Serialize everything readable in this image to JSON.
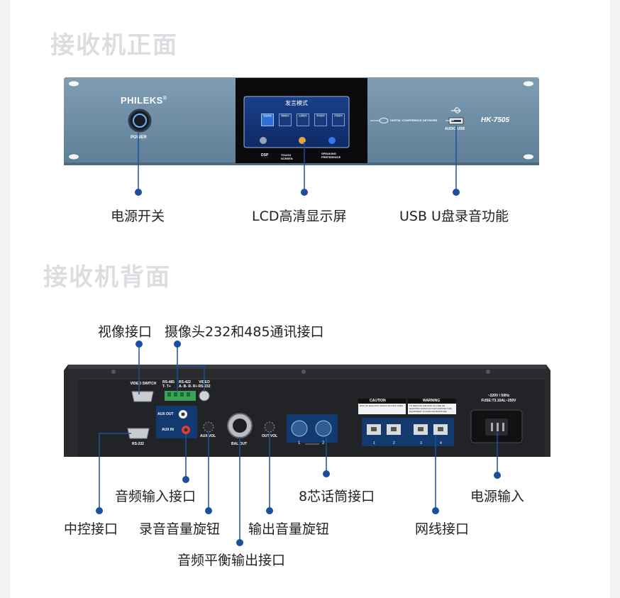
{
  "front": {
    "title": "接收机正面",
    "brand": "PHILEKS",
    "brand_mark": "®",
    "power_caption": "POWER",
    "screen_title": "发言模式",
    "screen_tiles": [
      "自由发言",
      "限制模式",
      "主席模式",
      "申请模式",
      "声控模式"
    ],
    "screen_bottom": [
      "DSP",
      "TOUCH SCREEN",
      "SPEAKING PREFERENCE"
    ],
    "network_label": "DIGITAL CONFERENCE NETWORK",
    "audio_usb": "AUDIO USB",
    "model": "HK-7505",
    "callouts": {
      "power": "电源开关",
      "lcd": "LCD高清显示屏",
      "usb": "USB U盘录音功能"
    }
  },
  "back": {
    "title": "接收机背面",
    "panel": {
      "video_switch": "VIDEO SWITCH",
      "rs485": "RS-485",
      "rs485_pins": "T- T+",
      "rs422": "RS-422",
      "rs422_pins": "A- B- R- R+",
      "video_rs232": "VIDEO RS-232",
      "aux_out": "AUX OUT",
      "aux_in": "AUX IN",
      "aux_vol": "AUX VOL",
      "bal_out": "BAL OUT",
      "out_vol": "OUT VOL",
      "rs232": "RS-232",
      "mic_port_1": "1",
      "mic_port_2": "2",
      "net_ports": [
        "1",
        "2",
        "3",
        "4"
      ],
      "caution_title": "CAUTION",
      "caution_text": "RISK OF ELECTRIC SHOCK DO NOT OPEN",
      "warning_title": "WARNING",
      "warning_text": "TO REDUCE THE RISK OF FIRE OR ELECTRIC SHOCK DO NOT EXPOSE THIS EQUIPMENT TO RAIN OR MOISTURE",
      "power_rating": "~220V / 50Hz",
      "fuse": "FUSE:T3.15AL~250V"
    },
    "callouts": {
      "video": "视像接口",
      "camera": "摄像头232和485通讯接口",
      "audio_in": "音频输入接口",
      "mic8": "8芯话筒接口",
      "power_in": "电源输入",
      "central": "中控接口",
      "rec_vol": "录音音量旋钮",
      "out_vol": "输出音量旋钮",
      "network": "网线接口",
      "bal_out": "音频平衡输出接口"
    }
  },
  "colors": {
    "callout_blue": "#1b4f9c",
    "panel_blue": "#6e8ea6",
    "title_gray": "#dcdde0",
    "chassis": "#2a2b2e"
  }
}
